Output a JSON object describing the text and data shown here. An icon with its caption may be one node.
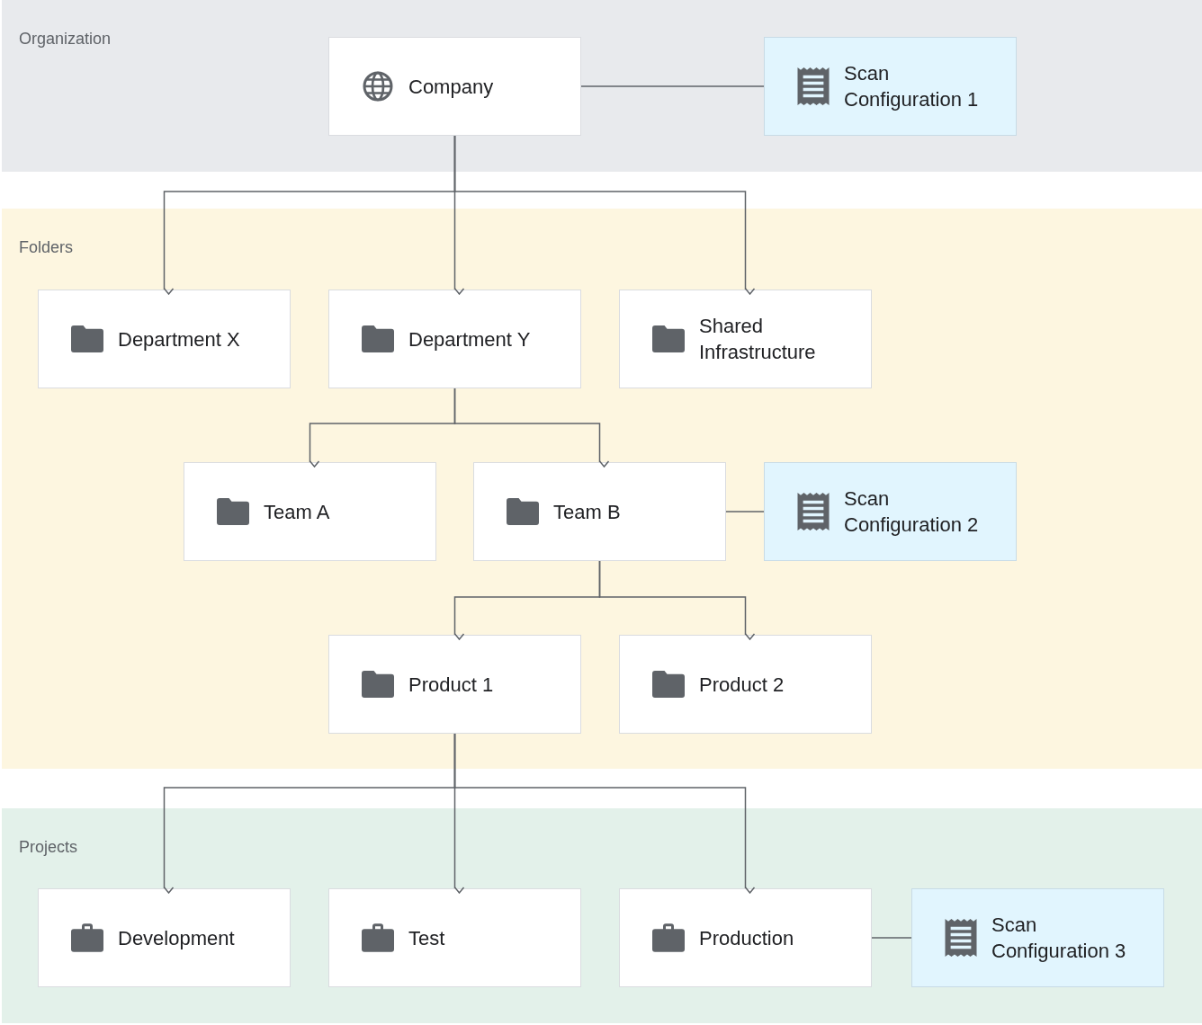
{
  "diagram": {
    "nodes": [
      {
        "text": [
          "Organization"
        ]
      },
      {
        "text": [
          "Company"
        ],
        "in": 0
      },
      {
        "text": [
          "Scan Configuration 1"
        ],
        "in": 0
      },
      {
        "text": [
          "Folders"
        ]
      },
      {
        "text": [
          "Department X"
        ],
        "in": 3
      },
      {
        "text": [
          "Department Y"
        ],
        "in": 3
      },
      {
        "text": [
          "Shared Infrastructure"
        ],
        "in": 3
      },
      {
        "text": [
          "Team A"
        ],
        "in": 3
      },
      {
        "text": [
          "Team B"
        ],
        "in": 3
      },
      {
        "text": [
          "Scan Configuration 2"
        ],
        "in": 3
      },
      {
        "text": [
          "Product 1"
        ],
        "in": 3
      },
      {
        "text": [
          "Product 2"
        ],
        "in": 3
      },
      {
        "text": [
          "Projects"
        ]
      },
      {
        "text": [
          "Development"
        ],
        "in": 12
      },
      {
        "text": [
          "Test"
        ],
        "in": 12
      },
      {
        "text": [
          "Production"
        ],
        "in": 12
      },
      {
        "text": [
          "Scan Configuration 3"
        ],
        "in": 12
      }
    ],
    "edges": [
      {
        "from": 1,
        "to": 2,
        "arrow": "none"
      },
      {
        "from": 1,
        "to": 4,
        "arrow": "to"
      },
      {
        "from": 1,
        "to": 5,
        "arrow": "to"
      },
      {
        "from": 1,
        "to": 6,
        "arrow": "to"
      },
      {
        "from": 5,
        "to": 7,
        "arrow": "to"
      },
      {
        "from": 5,
        "to": 8,
        "arrow": "to"
      },
      {
        "from": 8,
        "to": 9,
        "arrow": "none"
      },
      {
        "from": 8,
        "to": 10,
        "arrow": "to"
      },
      {
        "from": 8,
        "to": 11,
        "arrow": "to"
      },
      {
        "from": 10,
        "to": 13,
        "arrow": "to"
      },
      {
        "from": 10,
        "to": 14,
        "arrow": "to"
      },
      {
        "from": 10,
        "to": 15,
        "arrow": "to"
      },
      {
        "from": 15,
        "to": 16,
        "arrow": "none"
      }
    ]
  }
}
